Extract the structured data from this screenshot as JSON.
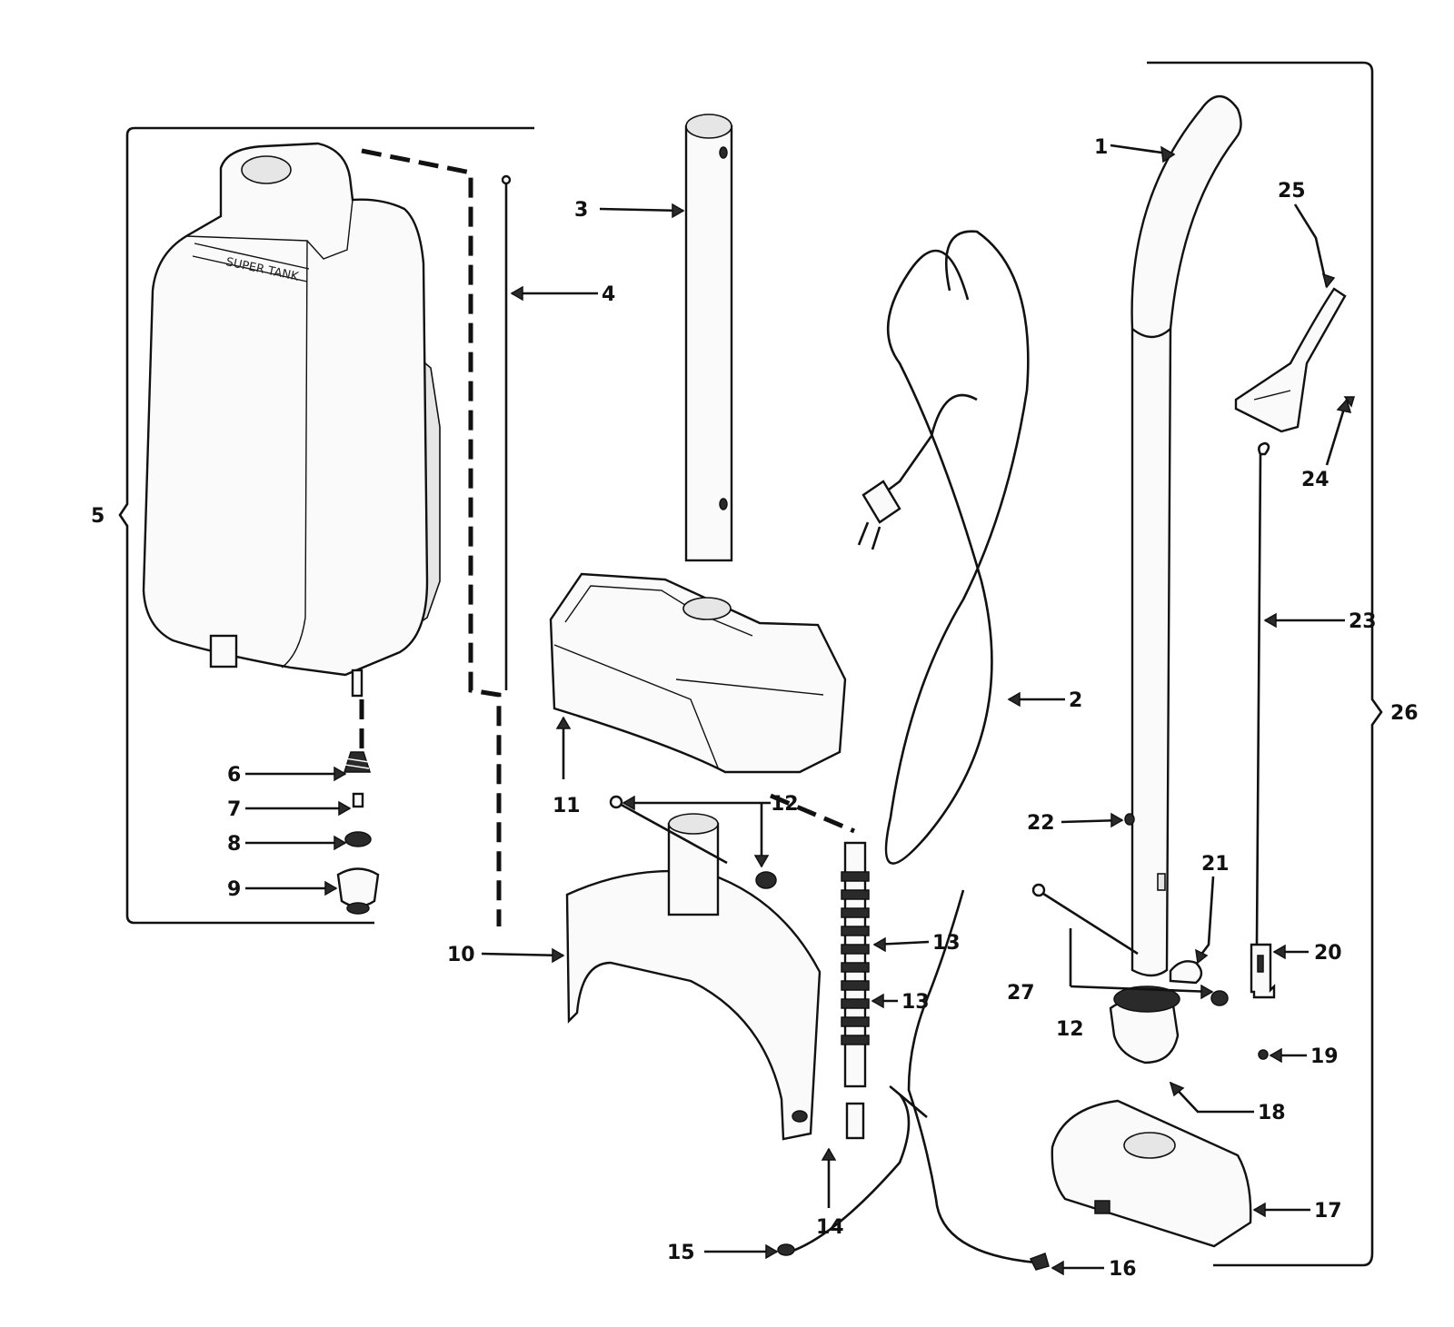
{
  "brand_text": "SUPER TANK",
  "callouts": [
    "1",
    "2",
    "3",
    "4",
    "5",
    "6",
    "7",
    "8",
    "9",
    "10",
    "11",
    "12",
    "13",
    "14",
    "15",
    "16",
    "17",
    "18",
    "19",
    "20",
    "21",
    "22",
    "23",
    "24",
    "25",
    "26",
    "27"
  ]
}
